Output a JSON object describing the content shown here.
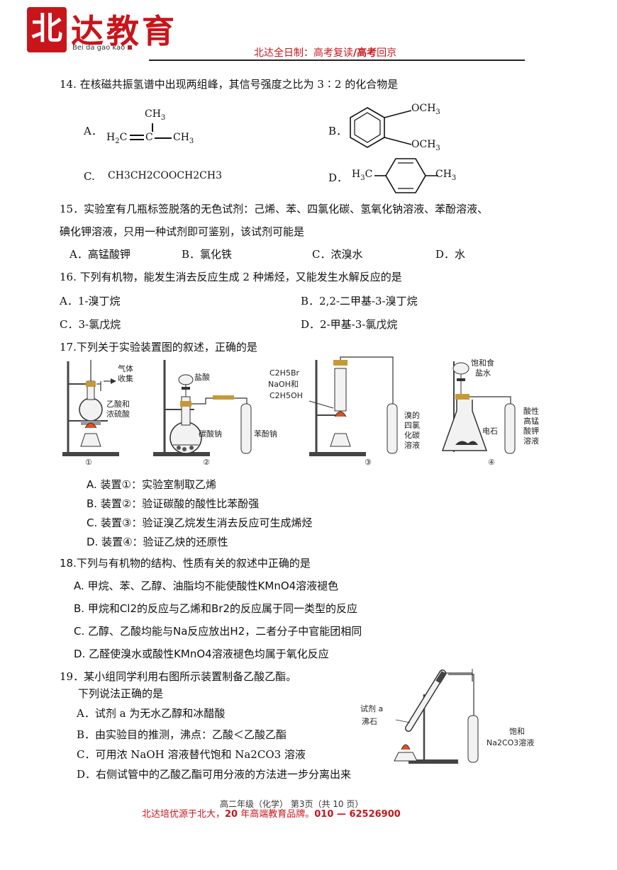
{
  "header": {
    "logo_mark": "北",
    "logo_text": "达教育",
    "logo_sub": "Bei da gao kao",
    "banner_prefix": "北达全日制：高考复读",
    "banner_sep": "/",
    "banner_bold": "高考",
    "banner_suffix": "回京"
  },
  "q14": {
    "stem": "14. 在核磁共振氢谱中出现两组峰，其信号强度之比为 3∶2 的化合物是",
    "a_label": "A．",
    "a_top": "CH",
    "a_top_sub": "3",
    "a_left": "H",
    "a_left_sub": "2",
    "a_left2": "C",
    "a_mid": "C",
    "a_right": "CH",
    "a_right_sub": "3",
    "b_label": "B．",
    "b_sub1": "OCH",
    "b_sub1_n": "3",
    "b_sub2": "OCH",
    "b_sub2_n": "3",
    "c_label": "C.",
    "c_formula": "CH3CH2COOCH2CH3",
    "d_label": "D．",
    "d_left": "H",
    "d_left_sub": "3",
    "d_left2": "C",
    "d_right": "CH",
    "d_right_sub": "3"
  },
  "q15": {
    "stem1": "15．实验室有几瓶标签脱落的无色试剂：己烯、苯、四氯化碳、氢氧化钠溶液、苯酚溶液、",
    "stem2": "碘化钾溶液，只用一种试剂即可鉴别，该试剂可能是",
    "a": "A．高锰酸钾",
    "b": "B．氯化铁",
    "c": "C．浓溴水",
    "d": "D．水"
  },
  "q16": {
    "stem": "16. 下列有机物，能发生消去反应生成 2 种烯烃，又能发生水解反应的是",
    "a": "A．1-溴丁烷",
    "b": "B．2,2-二甲基-3-溴丁烷",
    "c": "C．3-氯戊烷",
    "d": "D．2-甲基-3-氯戊烷"
  },
  "q17": {
    "stem": "17.下列关于实验装置图的叙述，正确的是",
    "fig1_label1": "气体",
    "fig1_label2": "收集",
    "fig1_label3": "乙酸和",
    "fig1_label4": "浓硫酸",
    "fig1_num": "①",
    "fig2_label1": "盐酸",
    "fig2_label2": "碳酸钠",
    "fig2_label3": "苯酚钠",
    "fig2_num": "②",
    "fig3_label1": "C2H5Br",
    "fig3_label2": "NaOH和",
    "fig3_label3": "C2H5OH",
    "fig3_label4": "溴的",
    "fig3_label5": "四氯",
    "fig3_label6": "化碳",
    "fig3_label7": "溶液",
    "fig3_num": "③",
    "fig4_label1": "饱和食",
    "fig4_label2": "盐水",
    "fig4_label3": "电石",
    "fig4_label4": "酸性",
    "fig4_label5": "高锰",
    "fig4_label6": "酸钾",
    "fig4_label7": "溶液",
    "fig4_num": "④",
    "a": "A. 装置①：实验室制取乙烯",
    "b": "B. 装置②：验证碳酸的酸性比苯酚强",
    "c": "C. 装置③：验证溴乙烷发生消去反应可生成烯烃",
    "d": "D. 装置④：验证乙炔的还原性"
  },
  "q18": {
    "stem": "18.下列与有机物的结构、性质有关的叙述中正确的是",
    "a": "A. 甲烷、苯、乙醇、油脂均不能使酸性KMnO4溶液褪色",
    "b": "B. 甲烷和Cl2的反应与乙烯和Br2的反应属于同一类型的反应",
    "c": "C. 乙醇、乙酸均能与Na反应放出H2，二者分子中官能团相同",
    "d": "D. 乙醛使溴水或酸性KMnO4溶液褪色均属于氧化反应"
  },
  "q19": {
    "stem1": "19．某小组同学利用右图所示装置制备乙酸乙酯。",
    "stem2": "下列说法正确的是",
    "a": "A．试剂 a 为无水乙醇和冰醋酸",
    "b": "B．由实验目的推测，沸点：乙酸＜乙酸乙酯",
    "c": "C．可用浓 NaOH 溶液替代饱和 Na2CO3 溶液",
    "d": "D．右侧试管中的乙酸乙酯可用分液的方法进一步分离出来",
    "fig_label1": "试剂 a",
    "fig_label2": "沸石",
    "fig_label3": "饱和",
    "fig_label4": "Na2CO3溶液"
  },
  "footer": {
    "left": "北达培优源于北大，",
    "mid_bold": "20",
    "mid": " 年高端教育品牌。",
    "phone": "010 — 62526900",
    "page_info": "高二年级（化学）  第3页（共 10 页）"
  }
}
